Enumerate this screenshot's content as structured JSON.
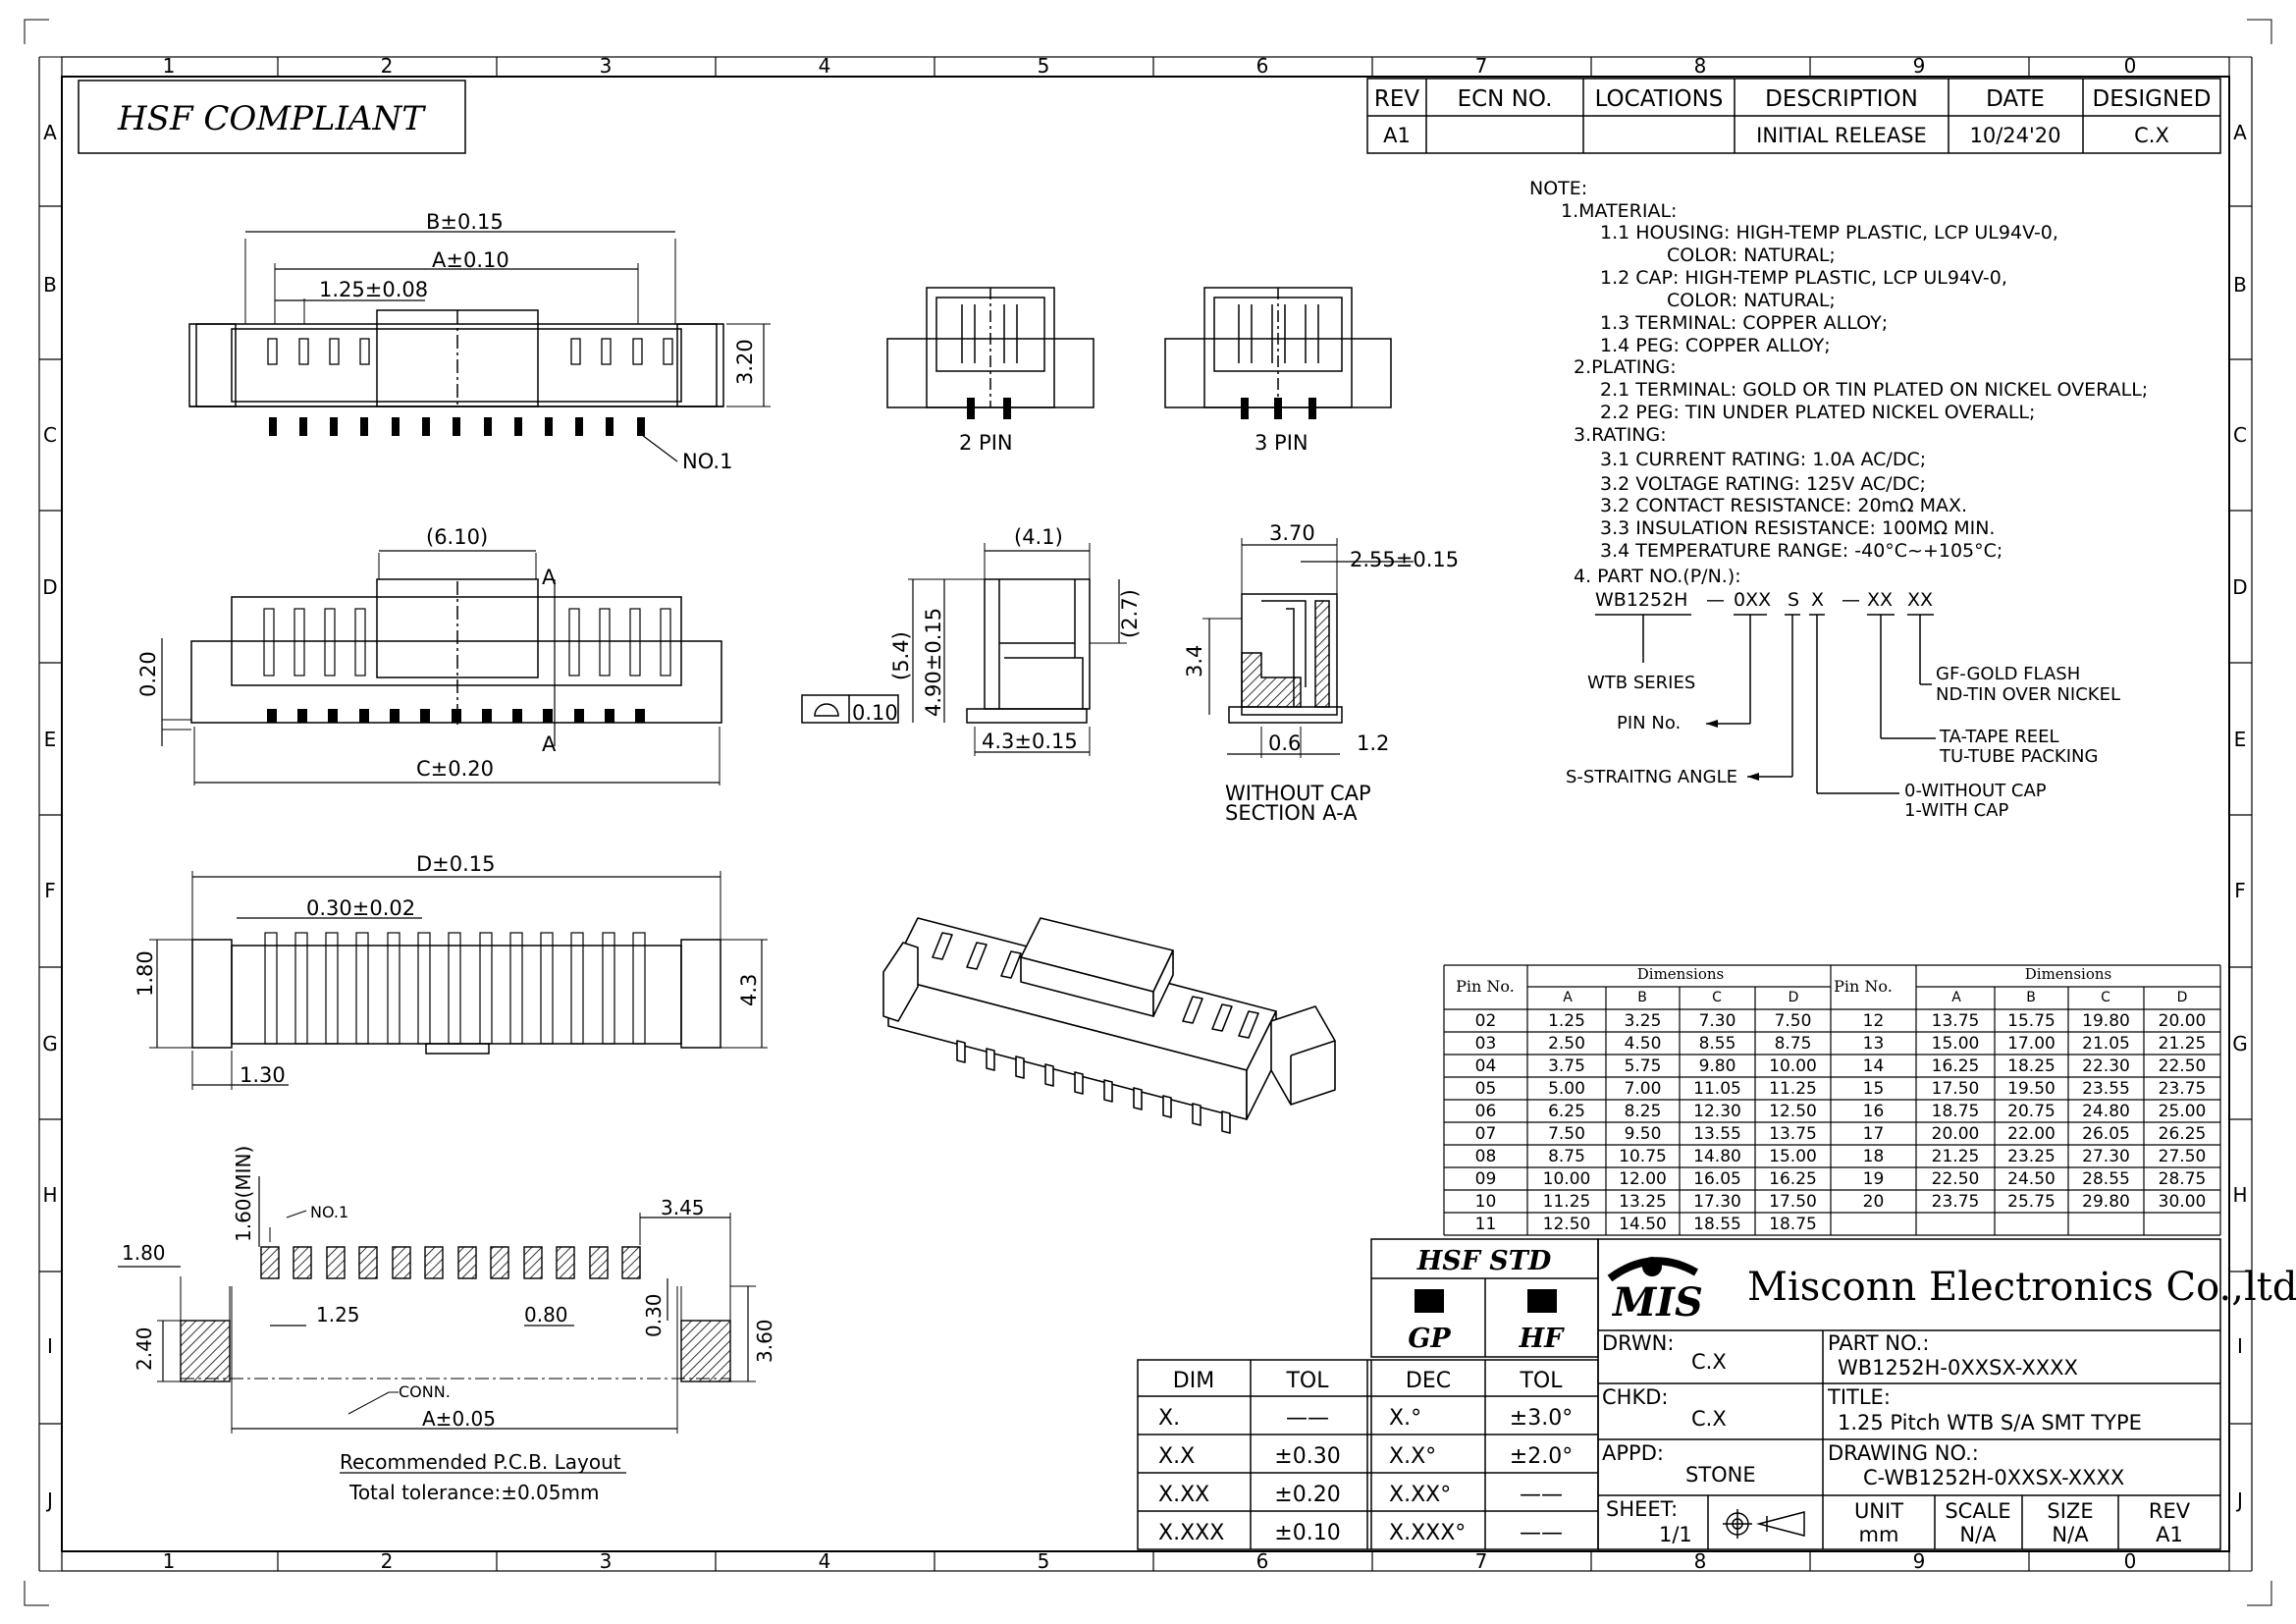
{
  "frame": {
    "col_labels": [
      "1",
      "2",
      "3",
      "4",
      "5",
      "6",
      "7",
      "8",
      "9",
      "0"
    ],
    "row_labels": [
      "A",
      "B",
      "C",
      "D",
      "E",
      "F",
      "G",
      "H",
      "I",
      "J"
    ]
  },
  "compliance": "HSF  COMPLIANT",
  "revision": {
    "headers": [
      "REV",
      "ECN NO.",
      "LOCATIONS",
      "DESCRIPTION",
      "DATE",
      "DESIGNED"
    ],
    "row": [
      "A1",
      "",
      "",
      "INITIAL RELEASE",
      "10/24'20",
      "C.X"
    ]
  },
  "notes": [
    "NOTE:",
    "1.MATERIAL:",
    "1.1  HOUSING:  HIGH-TEMP  PLASTIC,  LCP  UL94V-0,",
    "COLOR:  NATURAL;",
    "1.2  CAP:          HIGH-TEMP  PLASTIC,  LCP  UL94V-0,",
    "COLOR:  NATURAL;",
    "1.3  TERMINAL:  COPPER  ALLOY;",
    "1.4  PEG:          COPPER  ALLOY;",
    "2.PLATING:",
    "2.1  TERMINAL:  GOLD  OR  TIN  PLATED  ON  NICKEL  OVERALL;",
    "2.2  PEG:          TIN  UNDER  PLATED  NICKEL  OVERALL;",
    "3.RATING:",
    "3.1  CURRENT  RATING:  1.0A  AC/DC;",
    "3.2  VOLTAGE  RATING:  125V  AC/DC;",
    "3.2  CONTACT  RESISTANCE:  20mΩ  MAX.",
    "3.3  INSULATION  RESISTANCE:  100MΩ  MIN.",
    "3.4  TEMPERATURE  RANGE:  -40°C~+105°C;",
    "4.  PART  NO.(P/N.):"
  ],
  "part_code": {
    "code": [
      "WB1252H",
      "—",
      "0XX",
      "S",
      "X",
      "—",
      "XX",
      "XX"
    ],
    "legend": {
      "series": "WTB  SERIES",
      "pin": "PIN  No.",
      "angle": "S-STRAITNG  ANGLE",
      "cap0": "0-WITHOUT  CAP",
      "cap1": "1-WITH  CAP",
      "tape": "TA-TAPE  REEL",
      "tube": "TU-TUBE  PACKING",
      "gold": "GF-GOLD  FLASH",
      "tin": "ND-TIN  OVER  NICKEL"
    }
  },
  "dims": {
    "top": {
      "b": "B±0.15",
      "a": "A±0.10",
      "pitch": "1.25±0.08",
      "h": "3.20",
      "no1": "NO.1"
    },
    "pin2": "2  PIN",
    "pin3": "3  PIN",
    "front": {
      "w": "(6.10)",
      "c": "C±0.20",
      "h": "0.20",
      "sec": "A"
    },
    "side": {
      "w": "(4.1)",
      "h1": "(5.4)",
      "h2": "4.90±0.15",
      "h3": "(2.7)",
      "b": "4.3±0.15",
      "flat": "0.10"
    },
    "section": {
      "w1": "3.70",
      "w2": "2.55±0.15",
      "h": "3.4",
      "b1": "0.6",
      "b2": "1.2",
      "cap1": "WITHOUT  CAP",
      "cap2": "SECTION  A-A"
    },
    "bottom": {
      "d": "D±0.15",
      "pin": "0.30±0.02",
      "h1": "1.80",
      "h2": "4.3",
      "w": "1.30"
    },
    "pcb": {
      "h_min": "1.60(MIN)",
      "no1": "NO.1",
      "w1": "3.45",
      "w2": "1.80",
      "p": "1.25",
      "w3": "0.80",
      "h1": "2.40",
      "h2": "0.30",
      "h3": "3.60",
      "conn": "CONN.",
      "a": "A±0.05",
      "title": "Recommended  P.C.B.  Layout",
      "tol": "Total  tolerance:±0.05mm"
    }
  },
  "pin_table": {
    "col1": "Pin No.",
    "col2": "Dimensions",
    "sub": [
      "A",
      "B",
      "C",
      "D"
    ],
    "left": [
      [
        "02",
        "1.25",
        "3.25",
        "7.30",
        "7.50"
      ],
      [
        "03",
        "2.50",
        "4.50",
        "8.55",
        "8.75"
      ],
      [
        "04",
        "3.75",
        "5.75",
        "9.80",
        "10.00"
      ],
      [
        "05",
        "5.00",
        "7.00",
        "11.05",
        "11.25"
      ],
      [
        "06",
        "6.25",
        "8.25",
        "12.30",
        "12.50"
      ],
      [
        "07",
        "7.50",
        "9.50",
        "13.55",
        "13.75"
      ],
      [
        "08",
        "8.75",
        "10.75",
        "14.80",
        "15.00"
      ],
      [
        "09",
        "10.00",
        "12.00",
        "16.05",
        "16.25"
      ],
      [
        "10",
        "11.25",
        "13.25",
        "17.30",
        "17.50"
      ],
      [
        "11",
        "12.50",
        "14.50",
        "18.55",
        "18.75"
      ]
    ],
    "right": [
      [
        "12",
        "13.75",
        "15.75",
        "19.80",
        "20.00"
      ],
      [
        "13",
        "15.00",
        "17.00",
        "21.05",
        "21.25"
      ],
      [
        "14",
        "16.25",
        "18.25",
        "22.30",
        "22.50"
      ],
      [
        "15",
        "17.50",
        "19.50",
        "23.55",
        "23.75"
      ],
      [
        "16",
        "18.75",
        "20.75",
        "24.80",
        "25.00"
      ],
      [
        "17",
        "20.00",
        "22.00",
        "26.05",
        "26.25"
      ],
      [
        "18",
        "21.25",
        "23.25",
        "27.30",
        "27.50"
      ],
      [
        "19",
        "22.50",
        "24.50",
        "28.55",
        "28.75"
      ],
      [
        "20",
        "23.75",
        "25.75",
        "29.80",
        "30.00"
      ],
      [
        "",
        "",
        "",
        "",
        ""
      ]
    ]
  },
  "hsf": {
    "title": "HSF  STD",
    "gp": "GP",
    "hf": "HF"
  },
  "tol_table": {
    "headers": [
      "DIM",
      "TOL",
      "DEC",
      "TOL"
    ],
    "rows": [
      [
        "X.",
        "——",
        "X.°",
        "±3.0°"
      ],
      [
        "X.X",
        "±0.30",
        "X.X°",
        "±2.0°"
      ],
      [
        "X.XX",
        "±0.20",
        "X.XX°",
        "——"
      ],
      [
        "X.XXX",
        "±0.10",
        "X.XXX°",
        "——"
      ]
    ]
  },
  "title_block": {
    "logo": "MIS",
    "company": "Misconn Electronics Co.,ltd.",
    "drwn_label": "DRWN:",
    "drwn": "C.X",
    "chkd_label": "CHKD:",
    "chkd": "C.X",
    "appd_label": "APPD:",
    "appd": "STONE",
    "sheet_label": "SHEET:",
    "sheet": "1/1",
    "part_label": "PART  NO.:",
    "part": "WB1252H-0XXSX-XXXX",
    "title_label": "TITLE:",
    "title": "1.25  Pitch  WTB  S/A  SMT  TYPE",
    "dwg_label": "DRAWING  NO.:",
    "dwg": "C-WB1252H-0XXSX-XXXX",
    "unit_label": "UNIT",
    "unit": "mm",
    "scale_label": "SCALE",
    "scale": "N/A",
    "size_label": "SIZE",
    "size": "N/A",
    "rev_label": "REV",
    "rev": "A1"
  }
}
